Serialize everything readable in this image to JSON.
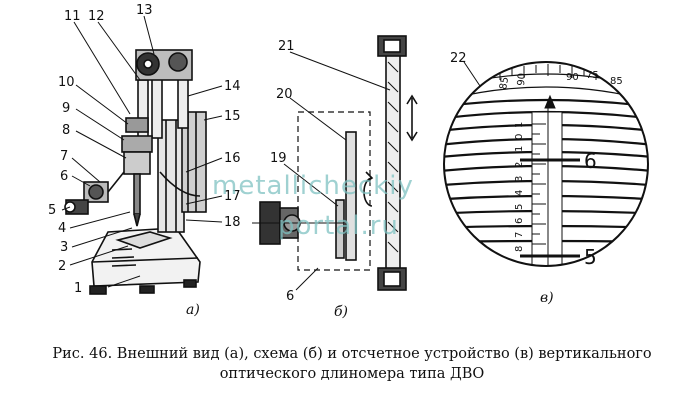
{
  "figure": {
    "callouts_a": [
      "1",
      "2",
      "3",
      "4",
      "5",
      "6",
      "7",
      "8",
      "9",
      "10",
      "11",
      "12",
      "13",
      "14",
      "15",
      "16",
      "17",
      "18"
    ],
    "callouts_b": [
      "6",
      "19",
      "20",
      "21"
    ],
    "callouts_c": [
      "22",
      "6",
      "5"
    ],
    "panel_labels": [
      "а)",
      "б)",
      "в)"
    ],
    "dial_numbers": [
      "85",
      "90",
      "75",
      "90",
      "85"
    ],
    "scale_numbers": [
      "1",
      "0",
      "1",
      "2",
      "3",
      "4",
      "5",
      "6",
      "7",
      "8"
    ],
    "watermark": [
      "metallicheckiy",
      "portal.ru"
    ]
  },
  "caption": {
    "line1": "Рис. 46. Внешний вид (а), схема (б) и отсчетное устройство (в) вертикального",
    "line2": "оптического длиномера типа ДВО"
  }
}
